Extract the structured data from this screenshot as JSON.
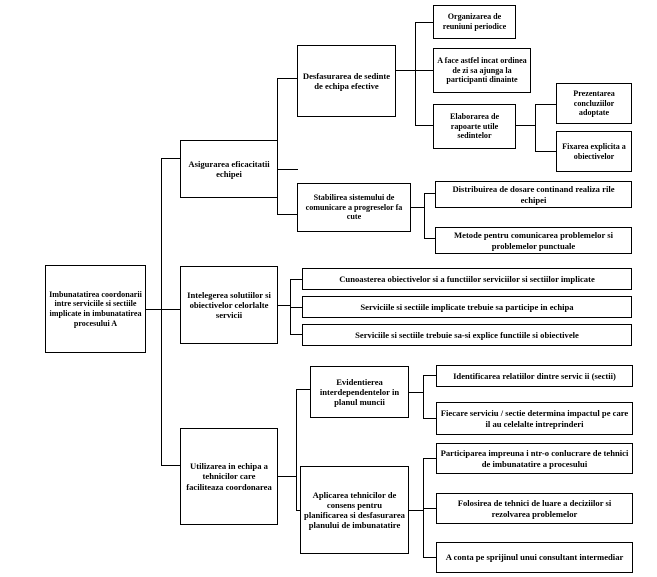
{
  "diagram": {
    "type": "hierarchical-tree",
    "language": "ro",
    "title": "Imbunatatirea coordonarii intre serviciile si sectiile implicate in imbunatatirea procesului A",
    "root": {
      "id": "root",
      "label": "Imbunatatirea coordonarii intre serviciile si sectiile implicate in imbunatatirea procesului A"
    },
    "level1": [
      {
        "id": "l1-a",
        "label": "Asigurarea eficacitatii echipei"
      },
      {
        "id": "l1-b",
        "label": "Intelegerea solutiilor si obiectivelor celorlalte servicii"
      },
      {
        "id": "l1-c",
        "label": "Utilizarea in echipa a tehnicilor care faciliteaza coordonarea"
      }
    ],
    "level2": [
      {
        "id": "l2-a1",
        "parent": "l1-a",
        "label": "Desfasurarea de sedinte de echipa efective"
      },
      {
        "id": "l2-a2",
        "parent": "l1-a",
        "label": "Stabilirea sistemului de comunicare a progreselor fa cute"
      },
      {
        "id": "l2-b1",
        "parent": "l1-b",
        "label": "Cunoasterea obiectivelor si a functiilor serviciilor si sectiilor implicate"
      },
      {
        "id": "l2-b2",
        "parent": "l1-b",
        "label": "Serviciile si sectiile implicate trebuie sa participe in echipa"
      },
      {
        "id": "l2-b3",
        "parent": "l1-b",
        "label": "Serviciile si sectiile trebuie sa-si explice functiile si obiectivele"
      },
      {
        "id": "l2-c1",
        "parent": "l1-c",
        "label": "Evidentierea interdependentelor in planul muncii"
      },
      {
        "id": "l2-c2",
        "parent": "l1-c",
        "label": "Aplicarea tehnicilor de consens pentru planificarea si desfasurarea planului de imbunatatire"
      }
    ],
    "level3": [
      {
        "id": "l3-1",
        "parent": "l2-a1",
        "label": "Organizarea de reuniuni periodice"
      },
      {
        "id": "l3-2",
        "parent": "l2-a1",
        "label": "A face astfel incat ordinea de zi sa ajunga la participanti dinainte"
      },
      {
        "id": "l3-3",
        "parent": "l2-a1",
        "label": "Elaborarea de rapoarte utile sedintelor"
      },
      {
        "id": "l3-4",
        "parent": "l2-a2",
        "label": "Distribuirea de dosare continand realiza rile echipei"
      },
      {
        "id": "l3-5",
        "parent": "l2-a2",
        "label": "Metode pentru comunicarea problemelor si problemelor punctuale"
      },
      {
        "id": "l3-6",
        "parent": "l2-c1",
        "label": "Identificarea relatiilor dintre servic ii (sectii)"
      },
      {
        "id": "l3-7",
        "parent": "l2-c1",
        "label": "Fiecare serviciu / sectie determina impactul pe care il au celelalte intreprinderi"
      },
      {
        "id": "l3-8",
        "parent": "l2-c2",
        "label": "Participarea impreuna i ntr-o conlucrare de tehnici de imbunatatire a procesului"
      },
      {
        "id": "l3-9",
        "parent": "l2-c2",
        "label": "Folosirea de tehnici de luare a deciziilor si rezolvarea problemelor"
      },
      {
        "id": "l3-10",
        "parent": "l2-c2",
        "label": "A conta pe sprijinul unui consultant intermediar"
      }
    ],
    "level4": [
      {
        "id": "l4-1",
        "parent": "l3-3",
        "label": "Prezentarea concluziilor adoptate"
      },
      {
        "id": "l4-2",
        "parent": "l3-3",
        "label": "Fixarea explicita a obiectivelor"
      }
    ],
    "colors": {
      "line": "#000000",
      "box_fill": "#ffffff",
      "text": "#000000"
    }
  }
}
